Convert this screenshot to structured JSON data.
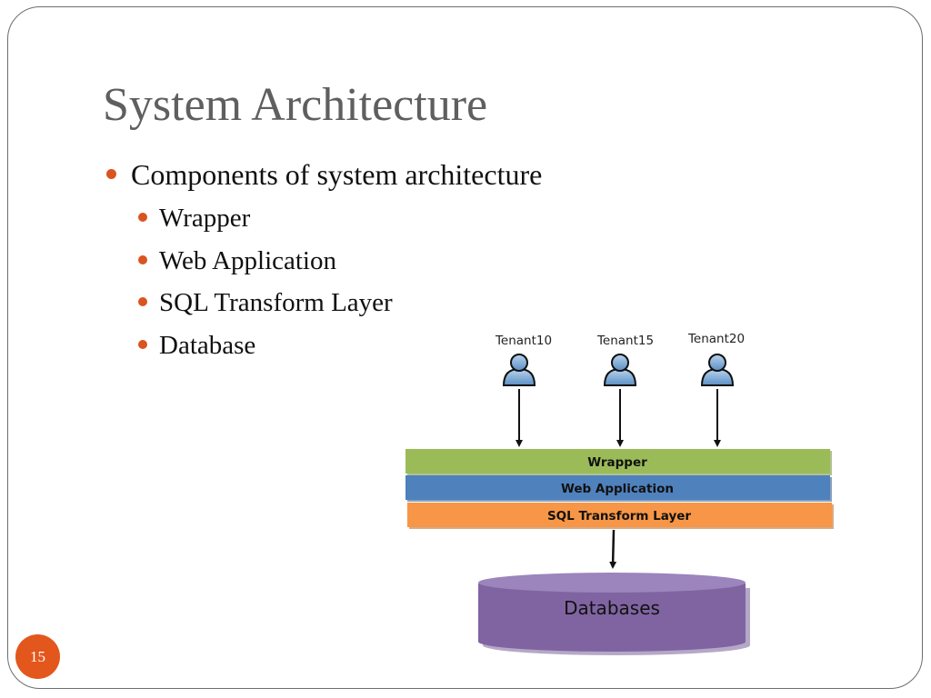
{
  "slide": {
    "title": "System Architecture",
    "page_number": "15",
    "bullet_color": "#d9541e",
    "bullets": {
      "main": "Components of system architecture",
      "items": [
        "Wrapper",
        "Web Application",
        "SQL Transform Layer",
        "Database"
      ]
    }
  },
  "diagram": {
    "tenants": [
      {
        "label": "Tenant10",
        "icon": "user-icon"
      },
      {
        "label": "Tenant15",
        "icon": "user-icon"
      },
      {
        "label": "Tenant20",
        "icon": "user-icon"
      }
    ],
    "layers": [
      {
        "label": "Wrapper",
        "color": "#9bbb59"
      },
      {
        "label": "Web Application",
        "color": "#4f81bd"
      },
      {
        "label": "SQL Transform Layer",
        "color": "#f79646"
      }
    ],
    "database": {
      "label": "Databases",
      "color": "#8064a2"
    }
  }
}
